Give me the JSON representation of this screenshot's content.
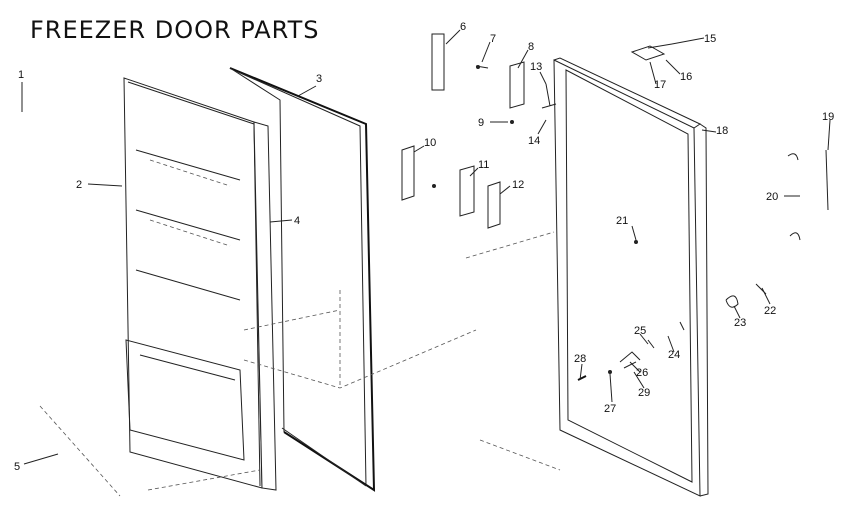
{
  "title": "FREEZER DOOR PARTS",
  "callouts": [
    "1",
    "2",
    "3",
    "4",
    "5",
    "6",
    "7",
    "8",
    "9",
    "10",
    "11",
    "12",
    "13",
    "14",
    "15",
    "16",
    "17",
    "18",
    "19",
    "20",
    "21",
    "22",
    "23",
    "24",
    "25",
    "26",
    "27",
    "28",
    "29"
  ]
}
